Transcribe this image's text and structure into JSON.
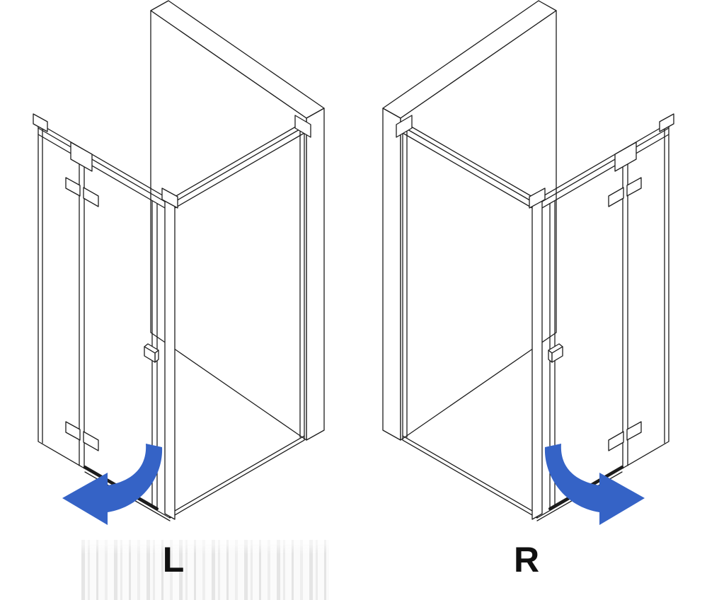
{
  "labels": {
    "left": "L",
    "right": "R"
  },
  "colors": {
    "arrow_blue": "#3563c6",
    "line_black": "#1c1c1c",
    "watermark_gray": "#c9c9c9"
  },
  "icons": {
    "left_arrow": "door-swing-arrow-left-outward",
    "right_arrow": "door-swing-arrow-right-outward"
  }
}
